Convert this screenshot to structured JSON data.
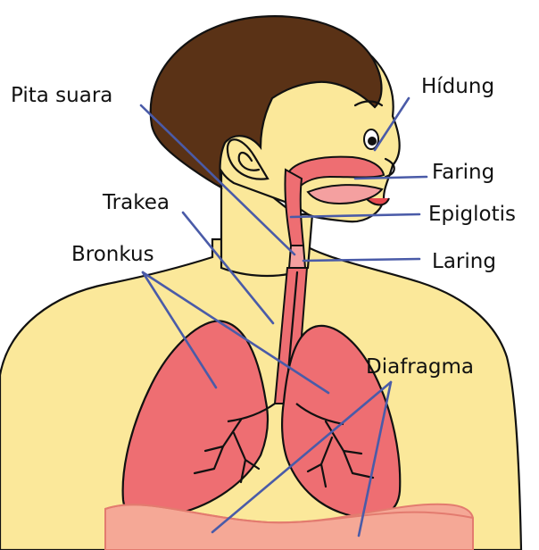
{
  "labels": {
    "hidung": "Hídung",
    "pita_suara": "Pita suara",
    "faring": "Faring",
    "trakea": "Trakea",
    "epiglotis": "Epiglotis",
    "bronkus": "Bronkus",
    "laring": "Laring",
    "diafragma": "Diafragma"
  },
  "colors": {
    "skin": "#fbe89a",
    "hair": "#5a3216",
    "organ": "#ee6e72",
    "organ_light": "#f4a0a0",
    "diaphragm": "#f5a896",
    "leader_line": "#4a5ba8",
    "outline": "#111111"
  }
}
